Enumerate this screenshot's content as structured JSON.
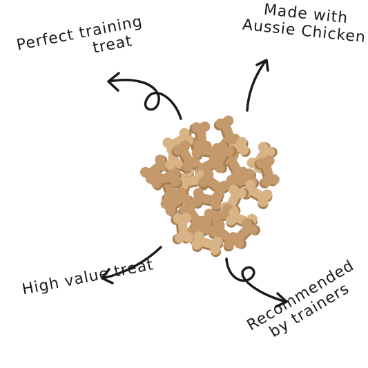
{
  "colors": {
    "background": "#ffffff",
    "ink": "#1a1a1a",
    "treat": "#c49a6c",
    "treat_shadow": "#a57e52",
    "treat_highlight": "#d8b385"
  },
  "callouts": {
    "top_left": {
      "lines": [
        "Perfect training",
        "treat"
      ]
    },
    "top_right": {
      "lines": [
        "Made with",
        "Aussie Chicken"
      ]
    },
    "bottom_left": {
      "lines": [
        "High value treat"
      ]
    },
    "bottom_right": {
      "lines": [
        "Recommended",
        "by trainers"
      ]
    }
  },
  "image": {
    "subject": "pile of bone-shaped dog treats",
    "icons": [
      "bone-treat-icon",
      "arrow-icon"
    ]
  }
}
